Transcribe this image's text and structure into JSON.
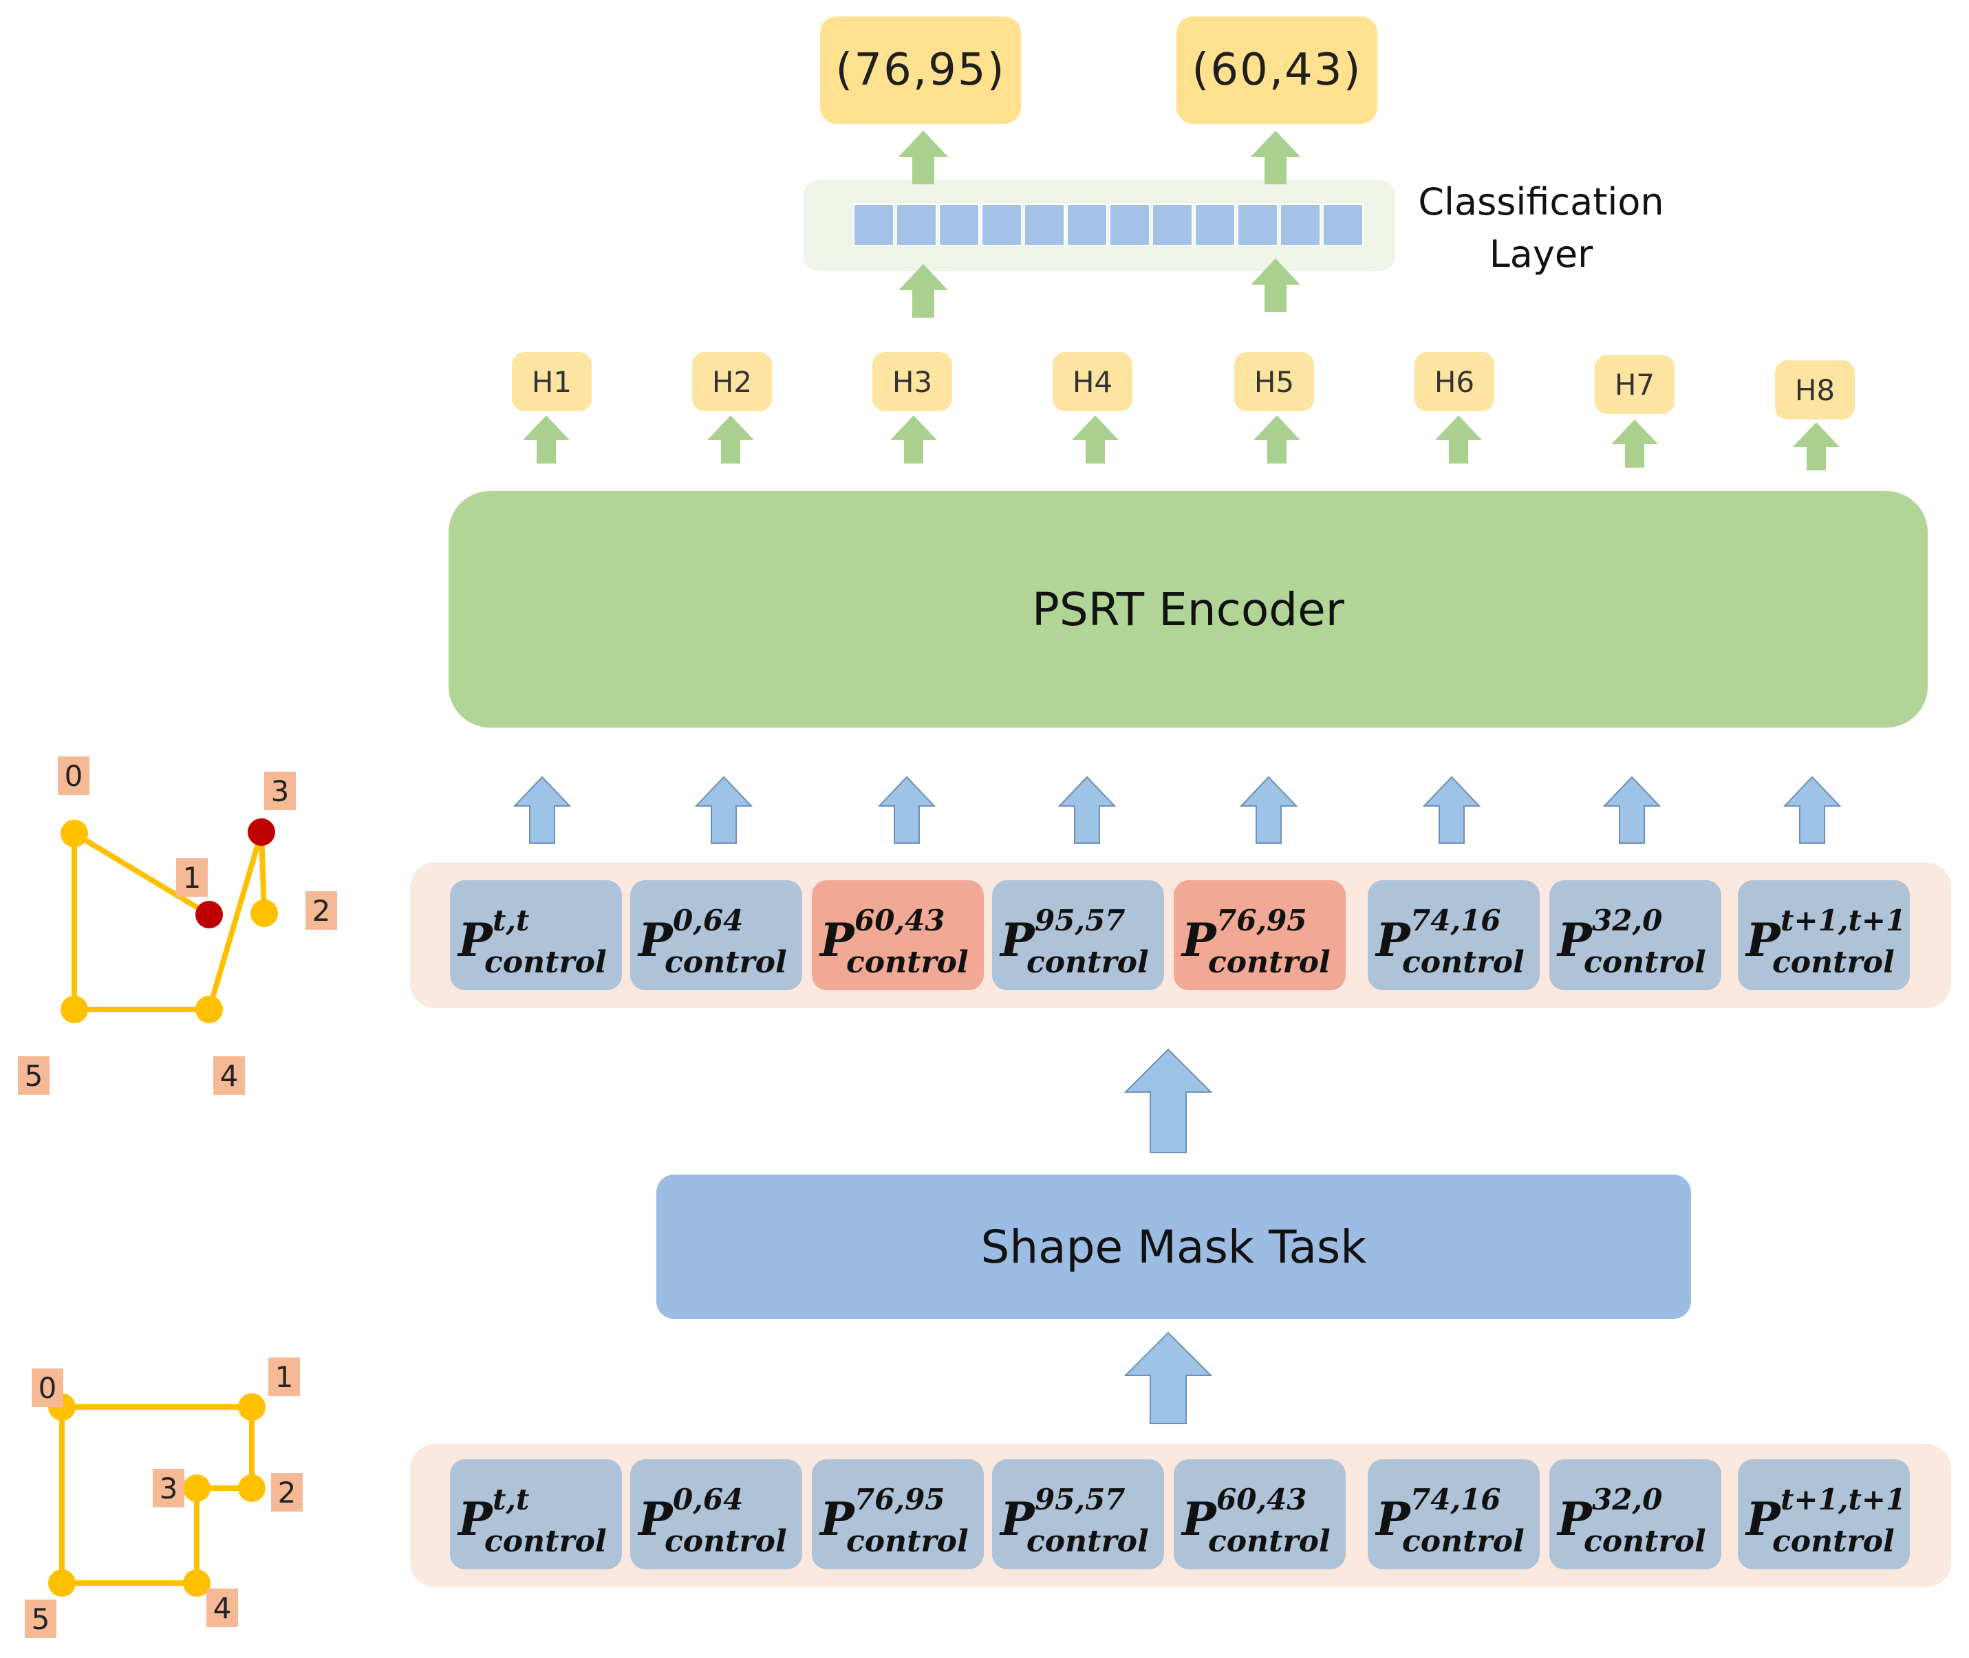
{
  "outputs": [
    "(76,95)",
    "(60,43)"
  ],
  "classification": {
    "line1": "Classification",
    "line2": "Layer"
  },
  "hidden": [
    "H1",
    "H2",
    "H3",
    "H4",
    "H5",
    "H6",
    "H7",
    "H8"
  ],
  "encoder": {
    "label": "PSRT Encoder"
  },
  "mask_task": {
    "label": "Shape Mask Task"
  },
  "token_base": "P",
  "token_sub": "control",
  "masked_tokens": [
    {
      "sup": "t,t",
      "masked": false
    },
    {
      "sup": "0,64",
      "masked": false
    },
    {
      "sup": "60,43",
      "masked": true
    },
    {
      "sup": "95,57",
      "masked": false
    },
    {
      "sup": "76,95",
      "masked": true
    },
    {
      "sup": "74,16",
      "masked": false
    },
    {
      "sup": "32,0",
      "masked": false
    },
    {
      "sup": "t+1,t+1",
      "masked": false
    }
  ],
  "original_tokens": [
    {
      "sup": "t,t"
    },
    {
      "sup": "0,64"
    },
    {
      "sup": "76,95"
    },
    {
      "sup": "95,57"
    },
    {
      "sup": "60,43"
    },
    {
      "sup": "74,16"
    },
    {
      "sup": "32,0"
    },
    {
      "sup": "t+1,t+1"
    }
  ],
  "shape_top": {
    "vertices": [
      "0",
      "1",
      "2",
      "3",
      "4",
      "5"
    ],
    "masked_vertices": [
      "1",
      "3"
    ]
  },
  "shape_bottom": {
    "vertices": [
      "0",
      "1",
      "2",
      "3",
      "4",
      "5"
    ]
  },
  "colors": {
    "vertex": "#ffc000",
    "masked_vertex": "#c00000",
    "edge": "#ffc000",
    "label_bg": "#f6b995",
    "token": "#aec2d8",
    "masked_token": "#f1a895",
    "encoder": "#b1d596",
    "mask_task": "#9cbce4",
    "output": "#ffe18f",
    "arrow_green": "#a9d08e",
    "arrow_blue": "#9dc3e6"
  }
}
